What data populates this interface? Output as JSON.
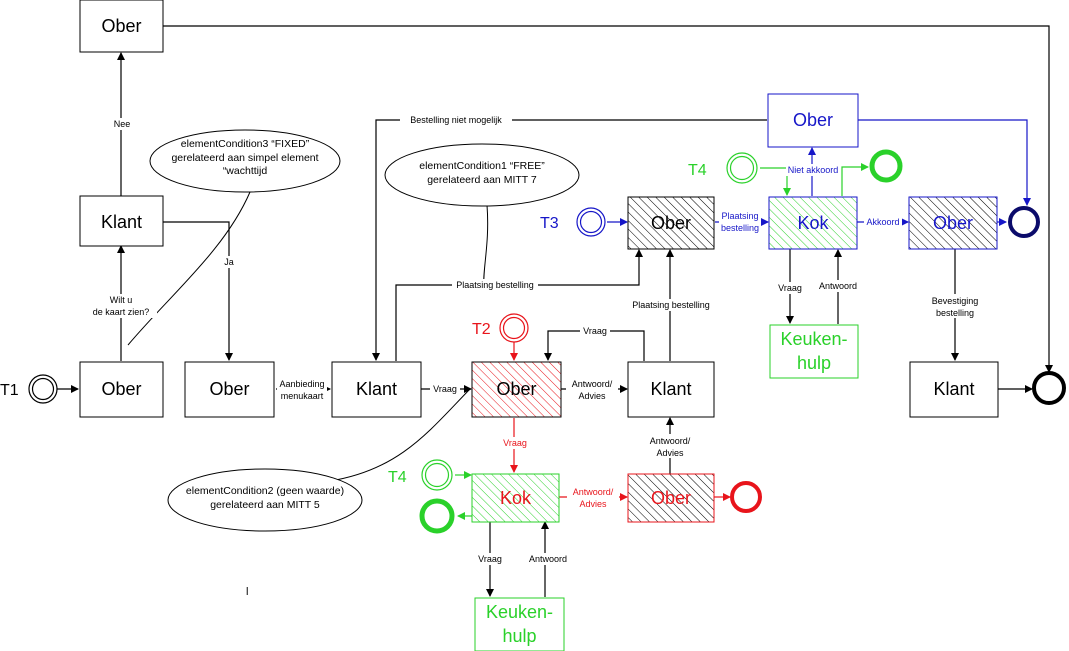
{
  "colors": {
    "black": "#000000",
    "red": "#e8141b",
    "green": "#2ad12a",
    "blue": "#1616c8",
    "darkblue": "#0b0b6b"
  },
  "tokens": {
    "t1": "T1",
    "t2": "T2",
    "t3": "T3",
    "t4_top": "T4",
    "t4_bottom": "T4"
  },
  "nodes": {
    "ober_top": "Ober",
    "klant_left": "Klant",
    "ober_start": "Ober",
    "ober_menu": "Ober",
    "klant_mid": "Klant",
    "ober_red": "Ober",
    "klant_right": "Klant",
    "kok_red": "Kok",
    "ober_advice": "Ober",
    "keukenhulp_bottom_1": "Keuken-",
    "keukenhulp_bottom_2": "hulp",
    "ober_t3": "Ober",
    "ober_blue_top": "Ober",
    "kok_blue": "Kok",
    "ober_blue_right": "Ober",
    "keukenhulp_right_1": "Keuken-",
    "keukenhulp_right_2": "hulp",
    "klant_far_right": "Klant"
  },
  "edges": {
    "nee": "Nee",
    "ja": "Ja",
    "wilt_u_1": "Wilt u",
    "wilt_u_2": "de kaart zien?",
    "aanbieding_1": "Aanbieding",
    "aanbieding_2": "menukaart",
    "vraag_mid": "Vraag",
    "antwoord_advies_1": "Antwoord/",
    "antwoord_advies_2": "Advies",
    "vraag_loop": "Vraag",
    "plaatsing_bestelling_right": "Plaatsing bestelling",
    "plaatsing_bestelling_mid": "Plaatsing bestelling",
    "bestelling_niet_mogelijk": "Bestelling niet mogelijk",
    "vraag_red": "Vraag",
    "antwoord_advies_red_1": "Antwoord/",
    "antwoord_advies_red_2": "Advies",
    "antwoord_advies_up_1": "Antwoord/",
    "antwoord_advies_up_2": "Advies",
    "vraag_bottom": "Vraag",
    "antwoord_bottom": "Antwoord",
    "plaatsing_blue_1": "Plaatsing",
    "plaatsing_blue_2": "bestelling",
    "niet_akkoord": "Niet akkoord",
    "akkoord": "Akkoord",
    "vraag_right": "Vraag",
    "antwoord_right": "Antwoord",
    "bevestiging_1": "Bevestiging",
    "bevestiging_2": "bestelling"
  },
  "annotations": {
    "cond3_1": "elementCondition3 “FIXED”",
    "cond3_2": "gerelateerd aan simpel element",
    "cond3_3": "“wachttijd",
    "cond1_1": "elementCondition1 “FREE”",
    "cond1_2": "gerelateerd aan MITT 7",
    "cond2_1": "elementCondition2 (geen waarde)",
    "cond2_2": "gerelateerd aan MITT 5"
  },
  "stray_mark": "l"
}
